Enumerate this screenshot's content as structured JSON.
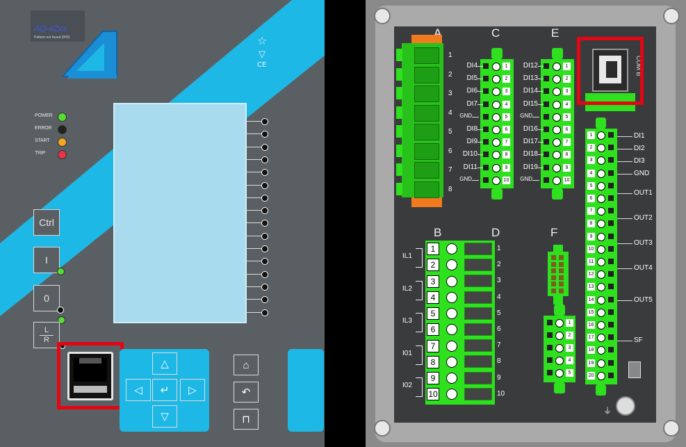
{
  "front": {
    "model_title": "AQ-x2xx",
    "model_subtitle": "Pattern not found (000)",
    "leds": [
      {
        "label": "POWER",
        "color": "#55dd33"
      },
      {
        "label": "ERROR",
        "color": "#222222"
      },
      {
        "label": "START",
        "color": "#f5a623"
      },
      {
        "label": "TRIP",
        "color": "#e8334a"
      }
    ],
    "buttons": {
      "ctrl": "Ctrl",
      "i": "I",
      "o": "0",
      "lr_top": "L",
      "lr_bottom": "R"
    },
    "brand_colors": {
      "accent": "#1eb8e6",
      "panel": "#5a5f63",
      "highlight": "#e30613"
    }
  },
  "rear": {
    "slot_labels": {
      "a": "A",
      "b": "B",
      "c": "C",
      "d": "D",
      "e": "E",
      "f": "F"
    },
    "slot_a_pins": [
      "1",
      "2",
      "3",
      "4",
      "5",
      "6",
      "7",
      "8"
    ],
    "slot_c": [
      "DI4",
      "DI5",
      "DI6",
      "DI7",
      "GND",
      "DI8",
      "DI9",
      "DI10",
      "DI11",
      "GND"
    ],
    "slot_e": [
      "DI12",
      "DI13",
      "DI14",
      "DI15",
      "GND",
      "DI16",
      "DI17",
      "DI18",
      "DI19",
      "GND"
    ],
    "slot_b": [
      {
        "group": "IL1",
        "pins": [
          "1",
          "2"
        ]
      },
      {
        "group": "IL2",
        "pins": [
          "3",
          "4"
        ]
      },
      {
        "group": "IL3",
        "pins": [
          "5",
          "6"
        ]
      },
      {
        "group": "I01",
        "pins": [
          "7",
          "8"
        ]
      },
      {
        "group": "I02",
        "pins": [
          "9",
          "10"
        ]
      }
    ],
    "slot_d_pins": [
      "1",
      "2",
      "3",
      "4",
      "5",
      "6",
      "7",
      "8",
      "9",
      "10"
    ],
    "right_terminals": [
      "DI1",
      "DI2",
      "DI3",
      "GND",
      "OUT1",
      "OUT2",
      "OUT3",
      "OUT4",
      "OUT5",
      "SF"
    ],
    "rj45_vertical_text": "COM B",
    "numbers_10": [
      "1",
      "2",
      "3",
      "4",
      "5",
      "6",
      "7",
      "8",
      "9",
      "10"
    ],
    "numbers_20": [
      "1",
      "2",
      "3",
      "4",
      "5",
      "6",
      "7",
      "8",
      "9",
      "10",
      "11",
      "12",
      "13",
      "14",
      "15",
      "16",
      "17",
      "18",
      "19",
      "20"
    ],
    "numbers_5": [
      "1",
      "2",
      "3",
      "4",
      "5"
    ]
  }
}
